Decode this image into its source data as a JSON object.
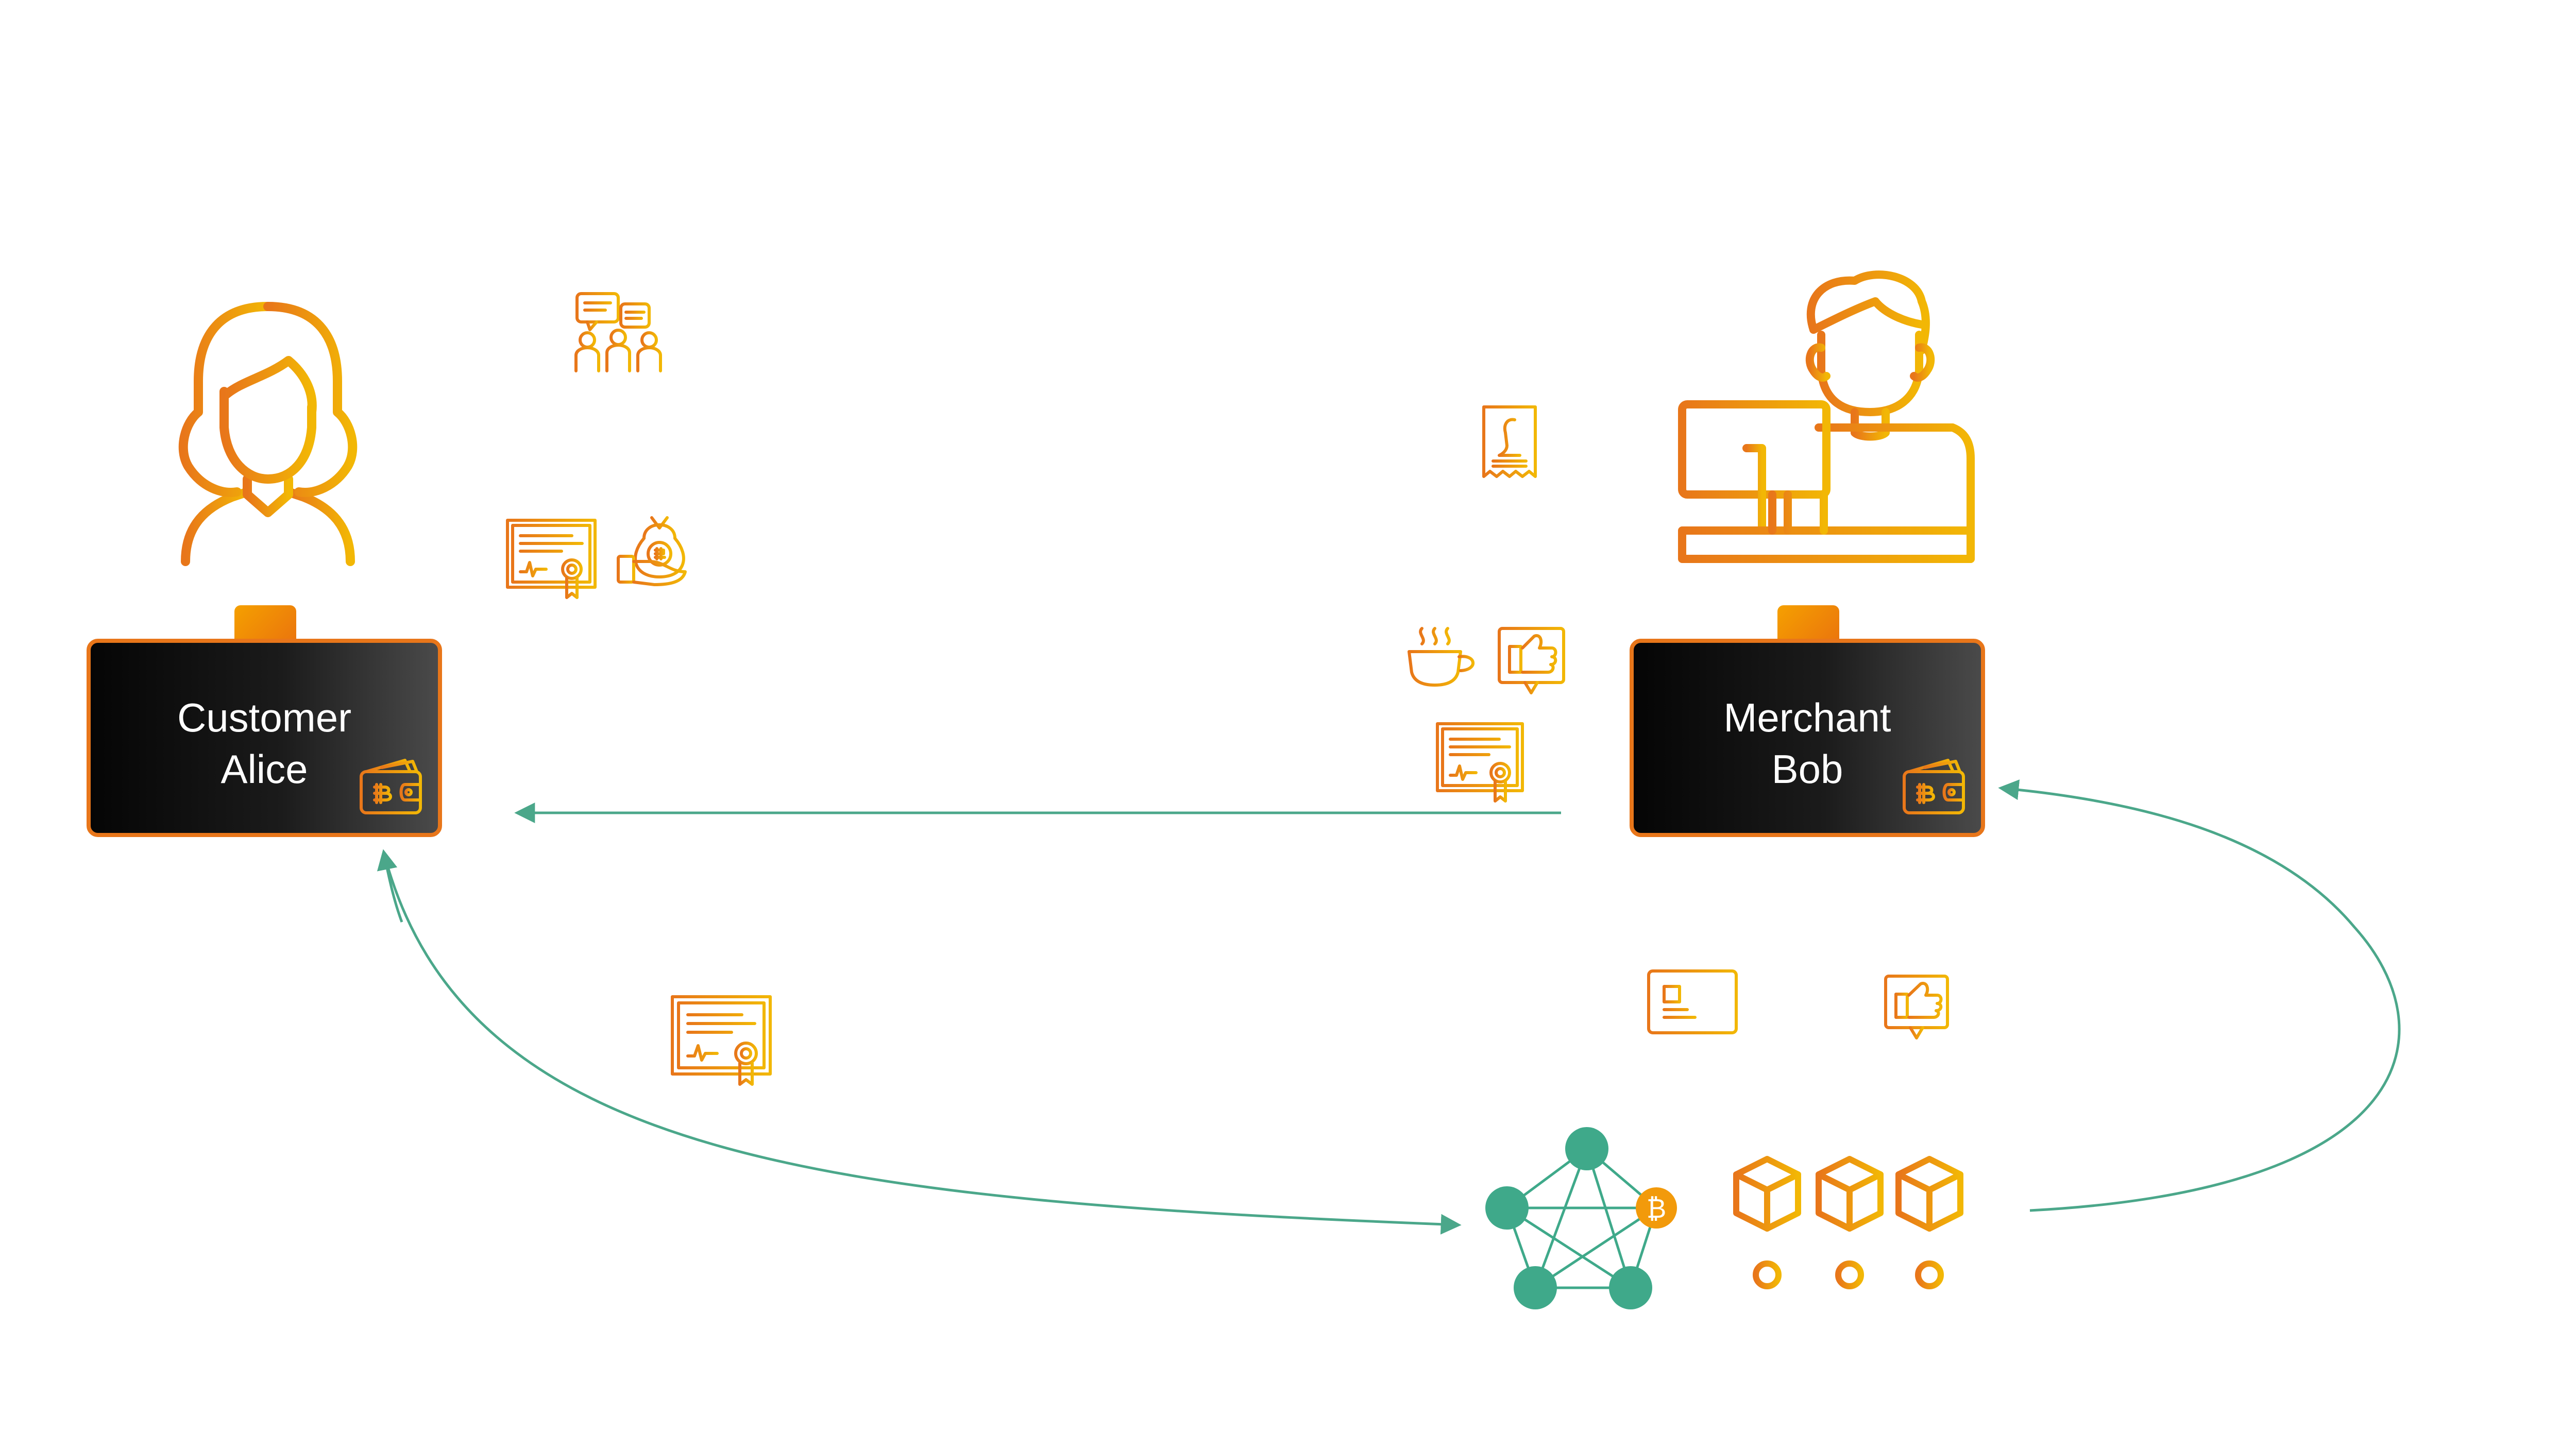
{
  "participants": {
    "customer": {
      "line1": "Customer",
      "line2": "Alice"
    },
    "merchant": {
      "line1": "Merchant",
      "line2": "Bob"
    }
  },
  "colors": {
    "orange_start": "#e8761a",
    "orange_end": "#f2b705",
    "arrow_green": "#4ba78a",
    "network_green": "#3fa98a",
    "card_dark": "#0a0a0a"
  },
  "icons": [
    "customer-person-icon",
    "merchant-person-icon",
    "meeting-chat-icon",
    "certificate-icon",
    "money-bag-hand-icon",
    "receipt-pound-icon",
    "coffee-cup-icon",
    "thumbs-up-icon",
    "id-card-icon",
    "bitcoin-network-icon",
    "blockchain-icon",
    "wallet-bitcoin-icon"
  ]
}
